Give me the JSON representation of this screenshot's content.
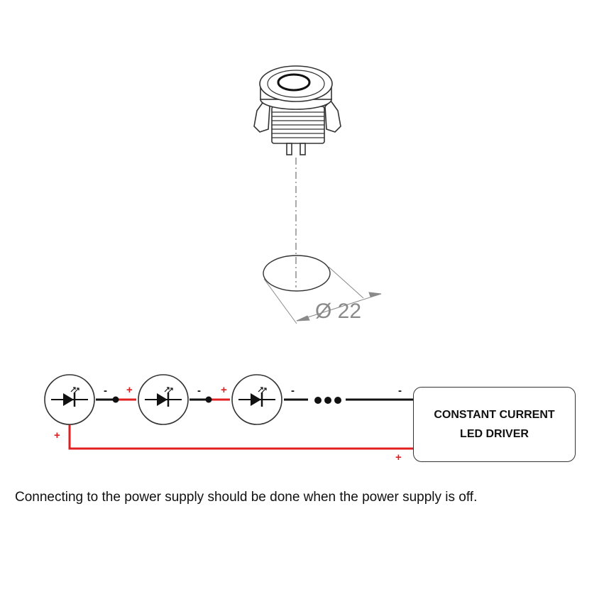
{
  "component": {
    "diameter_label": "Ø 22"
  },
  "circuit": {
    "driver_label_line1": "CONSTANT CURRENT",
    "driver_label_line2": "LED DRIVER",
    "minus_sign": "-",
    "plus_sign": "+",
    "ellipsis": "•••"
  },
  "note": "Connecting to the power supply should be done when the power supply is off.",
  "colors": {
    "positive_wire": "#e02020",
    "negative_wire": "#111111",
    "outline": "#333333",
    "dimension": "#8a8a8a"
  },
  "icons": [
    "led-diode-icon",
    "light-emission-arrows-icon",
    "push-button-led-icon"
  ]
}
